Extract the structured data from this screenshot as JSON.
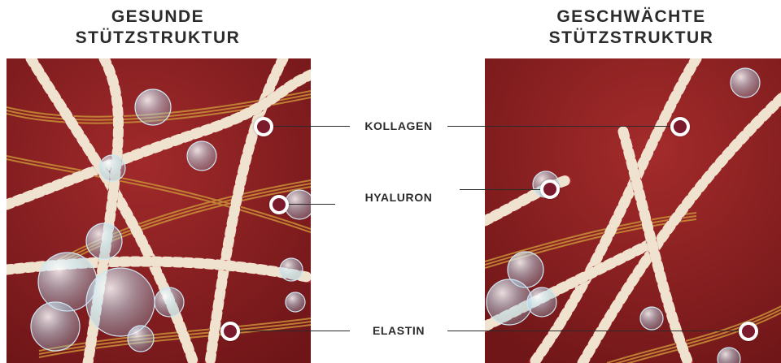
{
  "left_title": {
    "line1": "GESUNDE",
    "line2": "STÜTZSTRUKTUR"
  },
  "right_title": {
    "line1": "GESCHWÄCHTE",
    "line2": "STÜTZSTRUKTUR"
  },
  "labels": {
    "collagen": "KOLLAGEN",
    "hyaluronic": "HYALURON",
    "elastin": "ELASTIN"
  },
  "colors": {
    "background": "#8e1e22",
    "collagen_red": "#b3252d",
    "collagen_cream": "#efe3cf",
    "elastin_gold": "#b47a2c",
    "marker": "#7b1a2c",
    "hyaluron_bubble": "#cfe6f2"
  }
}
